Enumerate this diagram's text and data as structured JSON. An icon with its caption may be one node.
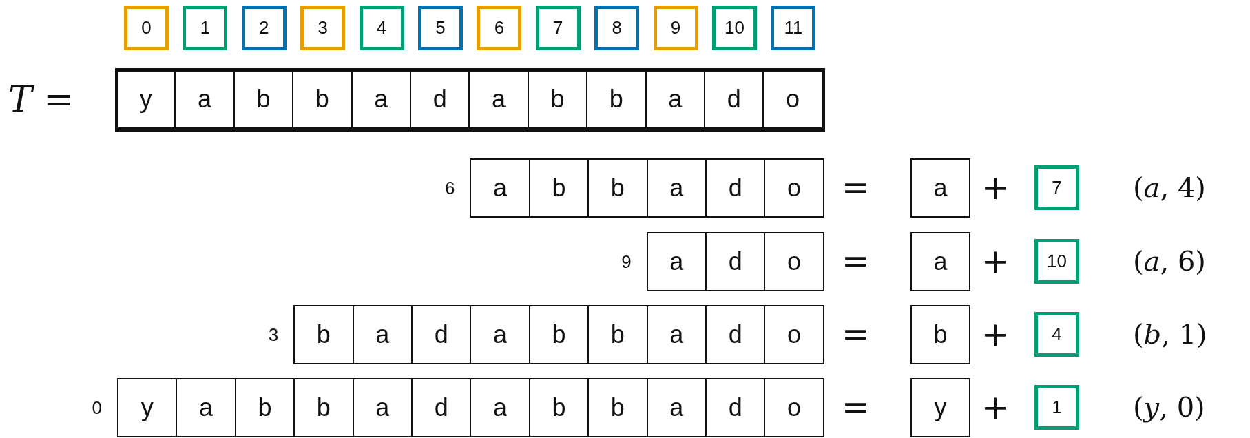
{
  "diagram": {
    "nodes": [
      {
        "text": [
          "0"
        ]
      },
      {
        "text": [
          "1"
        ]
      },
      {
        "text": [
          "2"
        ]
      },
      {
        "text": [
          "3"
        ]
      },
      {
        "text": [
          "4"
        ]
      },
      {
        "text": [
          "5"
        ]
      },
      {
        "text": [
          "6"
        ]
      },
      {
        "text": [
          "7"
        ]
      },
      {
        "text": [
          "8"
        ]
      },
      {
        "text": [
          "9"
        ]
      },
      {
        "text": [
          "10"
        ]
      },
      {
        "text": [
          "11"
        ]
      },
      {
        "text": [],
        "shape": "box"
      },
      {
        "text": [
          "y"
        ],
        "in": 12
      },
      {
        "text": [
          "a"
        ],
        "in": 12
      },
      {
        "text": [
          "b"
        ],
        "in": 12
      },
      {
        "text": [
          "b"
        ],
        "in": 12
      },
      {
        "text": [
          "a"
        ],
        "in": 12
      },
      {
        "text": [
          "d"
        ],
        "in": 12
      },
      {
        "text": [
          "a"
        ],
        "in": 12
      },
      {
        "text": [
          "b"
        ],
        "in": 12
      },
      {
        "text": [
          "b"
        ],
        "in": 12
      },
      {
        "text": [
          "a"
        ],
        "in": 12
      },
      {
        "text": [
          "d"
        ],
        "in": 12
      },
      {
        "text": [
          "o"
        ],
        "in": 12
      },
      {
        "text": [
          "a"
        ]
      },
      {
        "text": [
          "b"
        ]
      },
      {
        "text": [
          "b"
        ]
      },
      {
        "text": [
          "a"
        ]
      },
      {
        "text": [
          "d"
        ]
      },
      {
        "text": [
          "o"
        ]
      },
      {
        "text": [
          "a"
        ]
      },
      {
        "text": [
          "7"
        ]
      },
      {
        "text": [
          "a"
        ]
      },
      {
        "text": [
          "d"
        ]
      },
      {
        "text": [
          "o"
        ]
      },
      {
        "text": [
          "a"
        ]
      },
      {
        "text": [
          "10"
        ]
      },
      {
        "text": [
          "b"
        ]
      },
      {
        "text": [
          "a"
        ]
      },
      {
        "text": [
          "d"
        ]
      },
      {
        "text": [
          "a"
        ]
      },
      {
        "text": [
          "b"
        ]
      },
      {
        "text": [
          "b"
        ]
      },
      {
        "text": [
          "a"
        ]
      },
      {
        "text": [
          "d"
        ]
      },
      {
        "text": [
          "o"
        ]
      },
      {
        "text": [
          "b"
        ]
      },
      {
        "text": [
          "4"
        ]
      },
      {
        "text": [
          "y"
        ]
      },
      {
        "text": [
          "a"
        ]
      },
      {
        "text": [
          "b"
        ]
      },
      {
        "text": [
          "b"
        ]
      },
      {
        "text": [
          "a"
        ]
      },
      {
        "text": [
          "d"
        ]
      },
      {
        "text": [
          "a"
        ]
      },
      {
        "text": [
          "b"
        ]
      },
      {
        "text": [
          "b"
        ]
      },
      {
        "text": [
          "a"
        ]
      },
      {
        "text": [
          "d"
        ]
      },
      {
        "text": [
          "o"
        ]
      },
      {
        "text": [
          "y"
        ]
      },
      {
        "text": [
          "1"
        ]
      }
    ],
    "edges": [],
    "labels": [
      "*T* =",
      "6",
      "=",
      "+",
      "(*a*, 4)",
      "9",
      "=",
      "+",
      "(*a*, 6)",
      "3",
      "=",
      "+",
      "(*b*, 1)",
      "0",
      "=",
      "+",
      "(*y*, 0)"
    ]
  }
}
